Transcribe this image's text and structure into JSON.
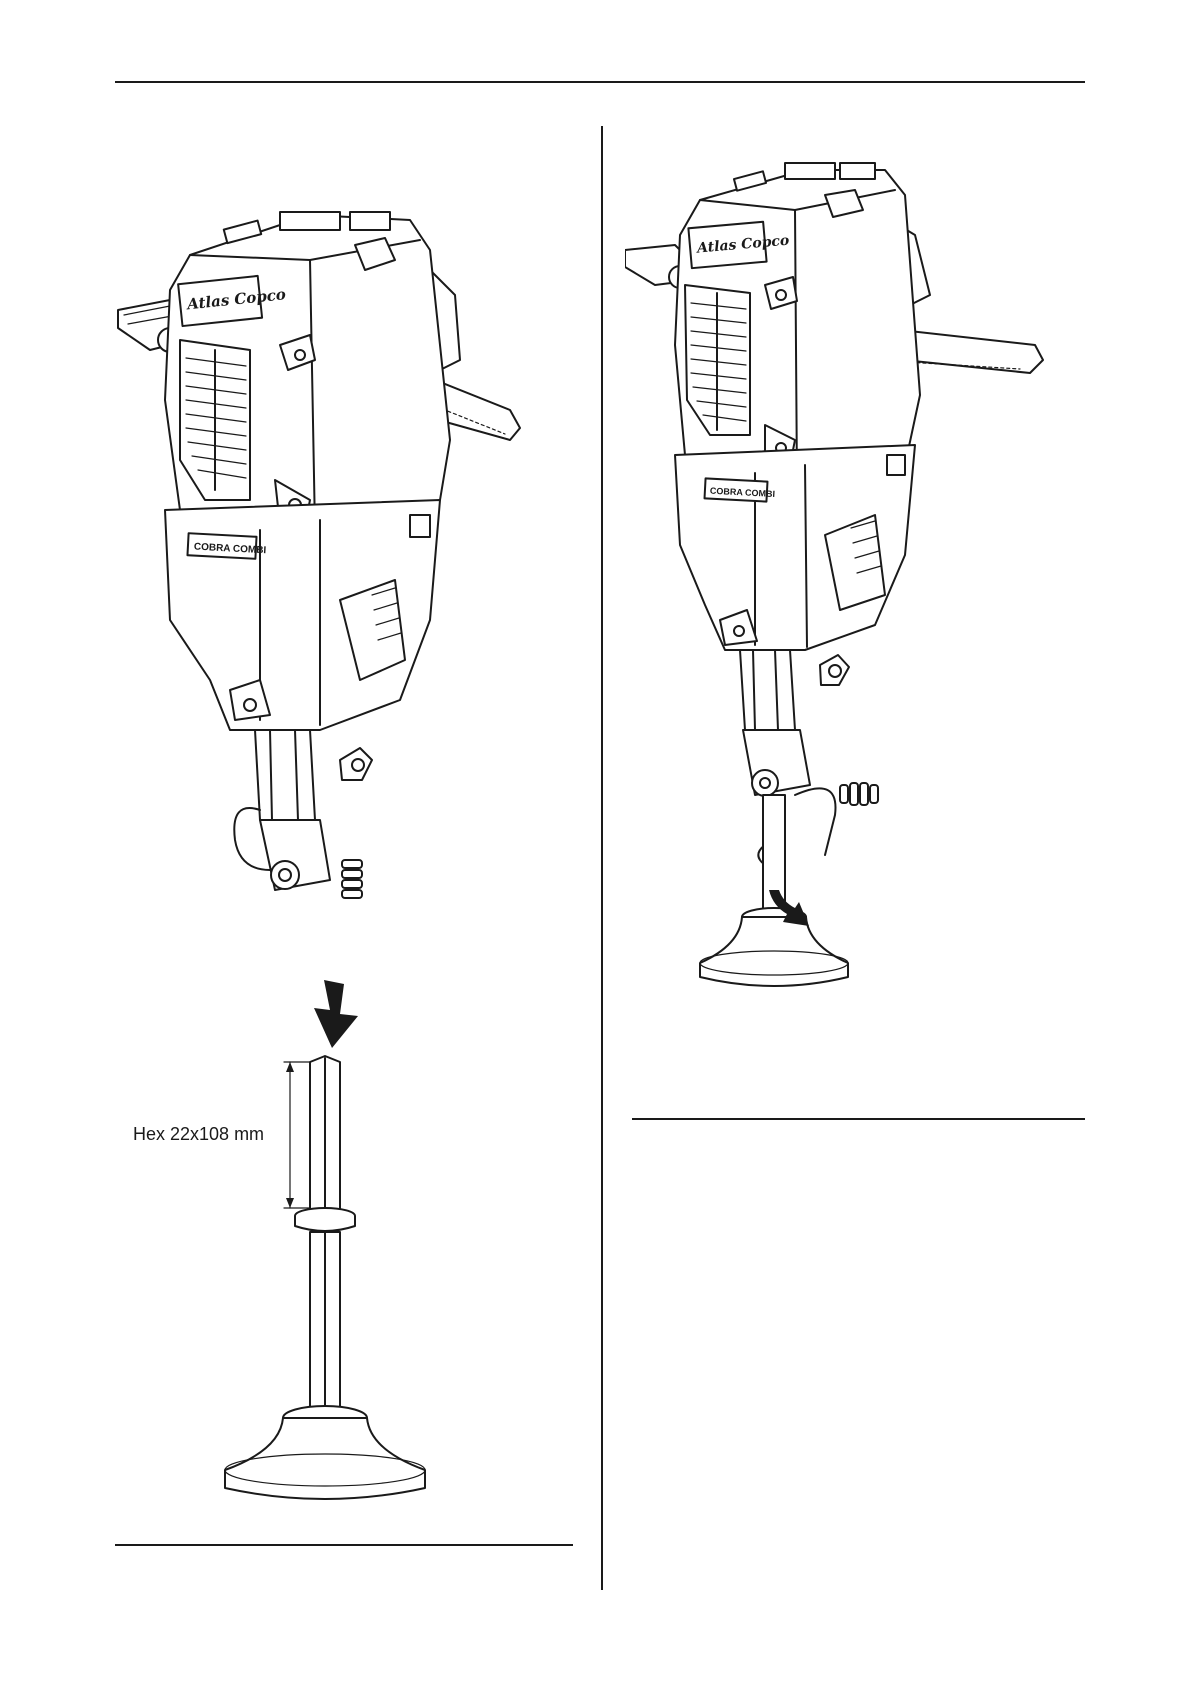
{
  "left_figure": {
    "breaker_brand": "Atlas Copco",
    "model_plate": "COBRA COMBI",
    "dimension_label": "Hex 22x108 mm",
    "insert_arrow": "arrow-down-icon"
  },
  "right_figure": {
    "breaker_brand": "Atlas Copco",
    "model_plate": "COBRA COMBI",
    "latch_arrow": "curved-arrow-icon"
  },
  "colors": {
    "ink": "#1a1a1a",
    "paper": "#ffffff"
  }
}
